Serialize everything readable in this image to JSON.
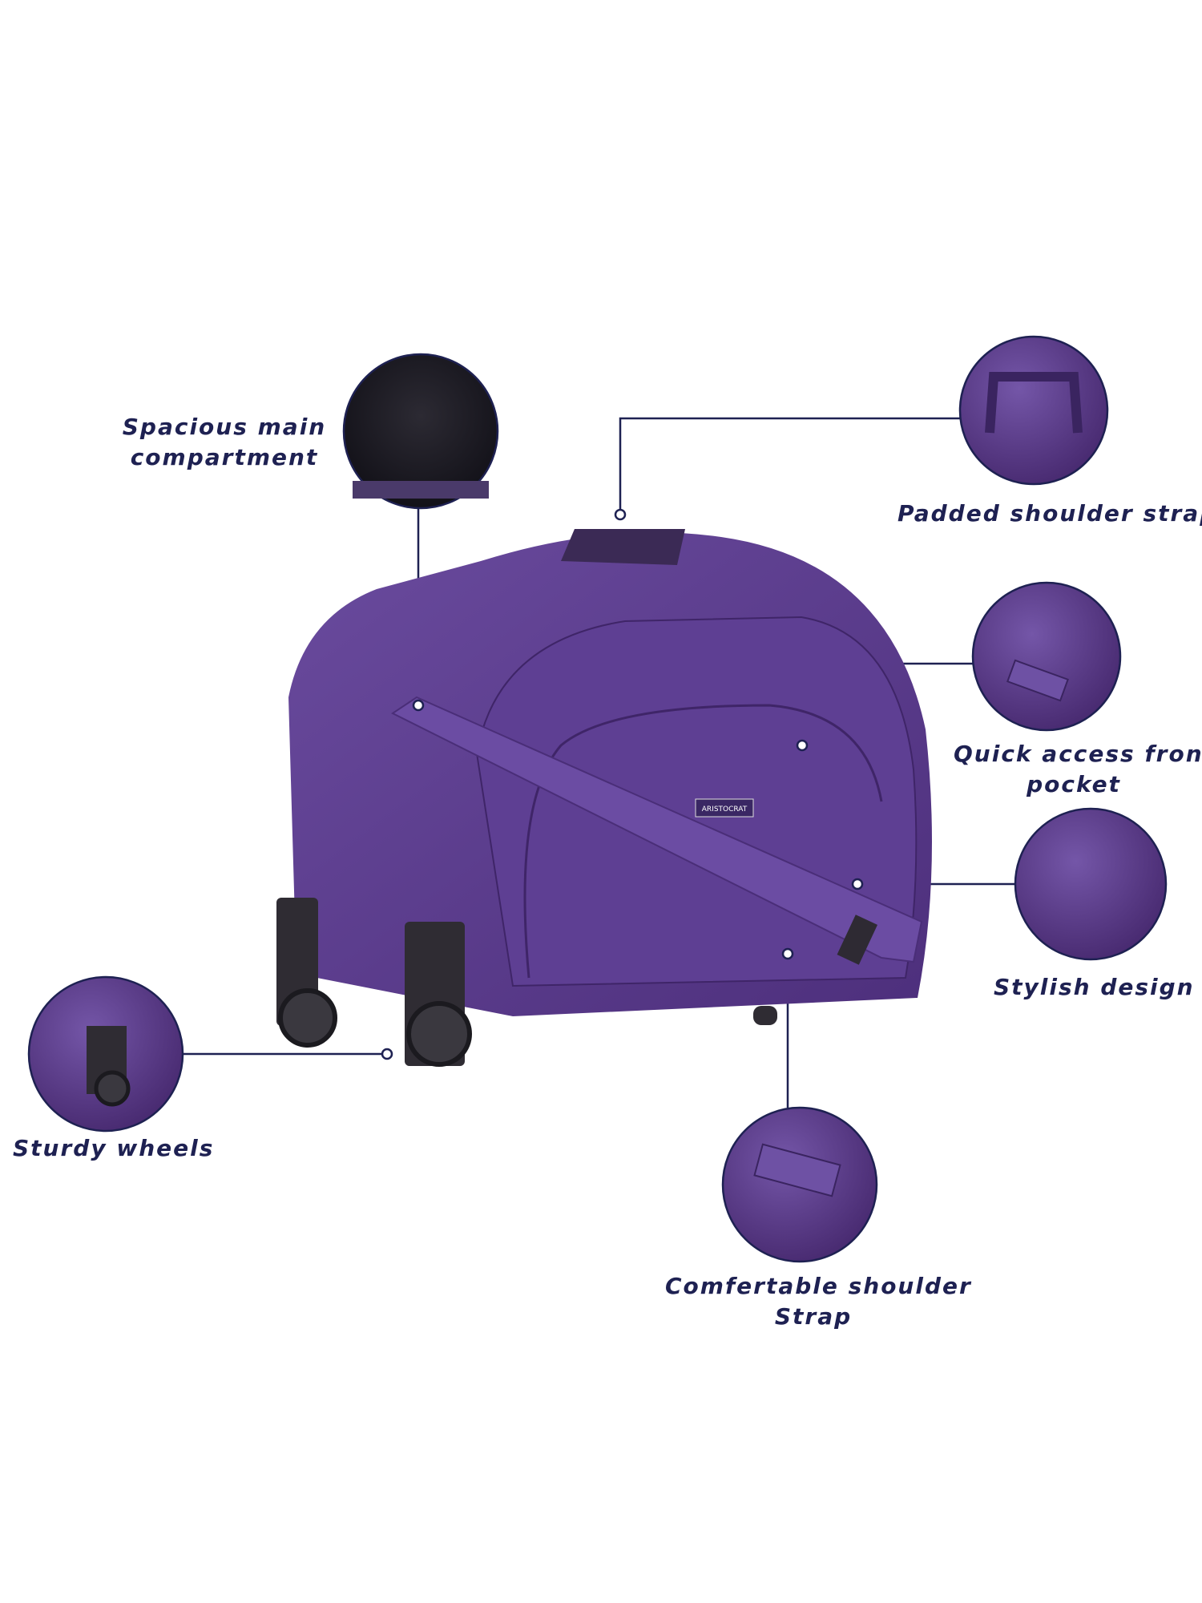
{
  "brand_label": "ARISTOCRAT",
  "colors": {
    "text": "#1e2152",
    "bag": "#5a3a8c",
    "line": "#1e2152"
  },
  "features": [
    {
      "id": "main",
      "icon": "main-compartment-closeup",
      "line1": "Spacious main",
      "line2": "compartment"
    },
    {
      "id": "padded",
      "icon": "padded-handle-closeup",
      "line1": "Padded shoulder strap",
      "line2": ""
    },
    {
      "id": "pocket",
      "icon": "front-pocket-closeup",
      "line1": "Quick access front",
      "line2": "pocket"
    },
    {
      "id": "stylish",
      "icon": "fabric-closeup",
      "line1": "Stylish design",
      "line2": ""
    },
    {
      "id": "wheels",
      "icon": "wheel-closeup",
      "line1": "Sturdy wheels",
      "line2": ""
    },
    {
      "id": "strap",
      "icon": "shoulder-strap-closeup",
      "line1": "Comfertable shoulder",
      "line2": "Strap"
    }
  ]
}
